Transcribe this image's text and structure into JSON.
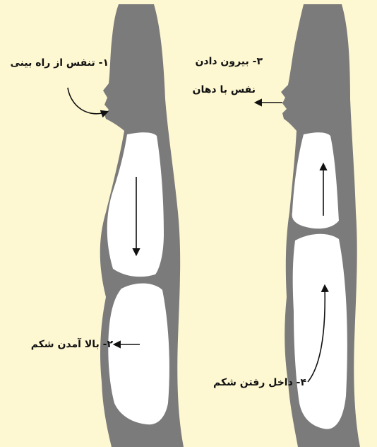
{
  "labels": {
    "step1": "۱- تنفس از راه بینی",
    "step2": "۲- بالا آمدن شکم",
    "step3_line1": "۳- بیرون دادن",
    "step3_line2": "نفس با دهان",
    "step4": "۴- داخل رفتن شکم"
  },
  "colors": {
    "background": "#fdf8d2",
    "body": "#7b7b7b",
    "cavity": "#ffffff",
    "arrow": "#111111"
  }
}
